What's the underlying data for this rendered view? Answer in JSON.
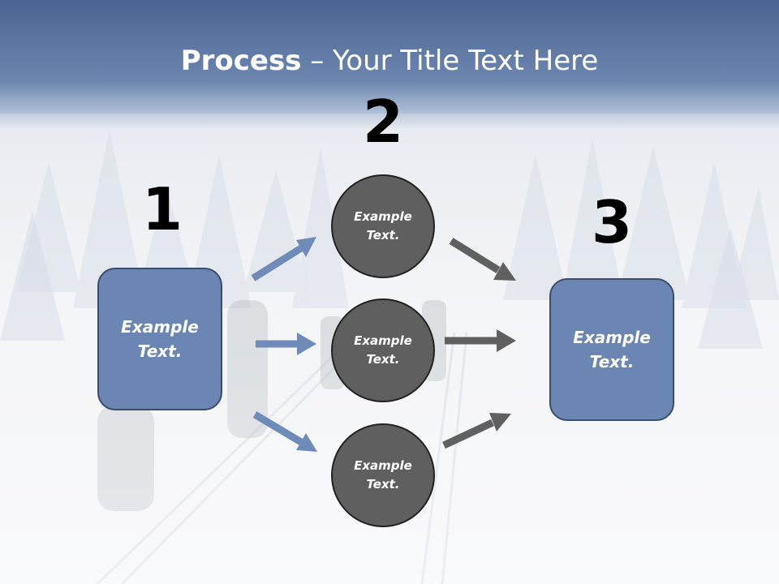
{
  "title": {
    "bold": "Process",
    "rest": " – Your Title Text Here"
  },
  "steps": {
    "one": "1",
    "two": "2",
    "three": "3"
  },
  "left_box": {
    "line1": "Example",
    "line2": "Text."
  },
  "right_box": {
    "line1": "Example",
    "line2": "Text."
  },
  "circles": [
    {
      "line1": "Example",
      "line2": "Text."
    },
    {
      "line1": "Example",
      "line2": "Text."
    },
    {
      "line1": "Example",
      "line2": "Text."
    }
  ],
  "colors": {
    "box_fill": "#6c86b3",
    "circle_fill": "#5f5f5f",
    "blue_arrow": "#6f8bba",
    "gray_arrow": "#606060"
  }
}
